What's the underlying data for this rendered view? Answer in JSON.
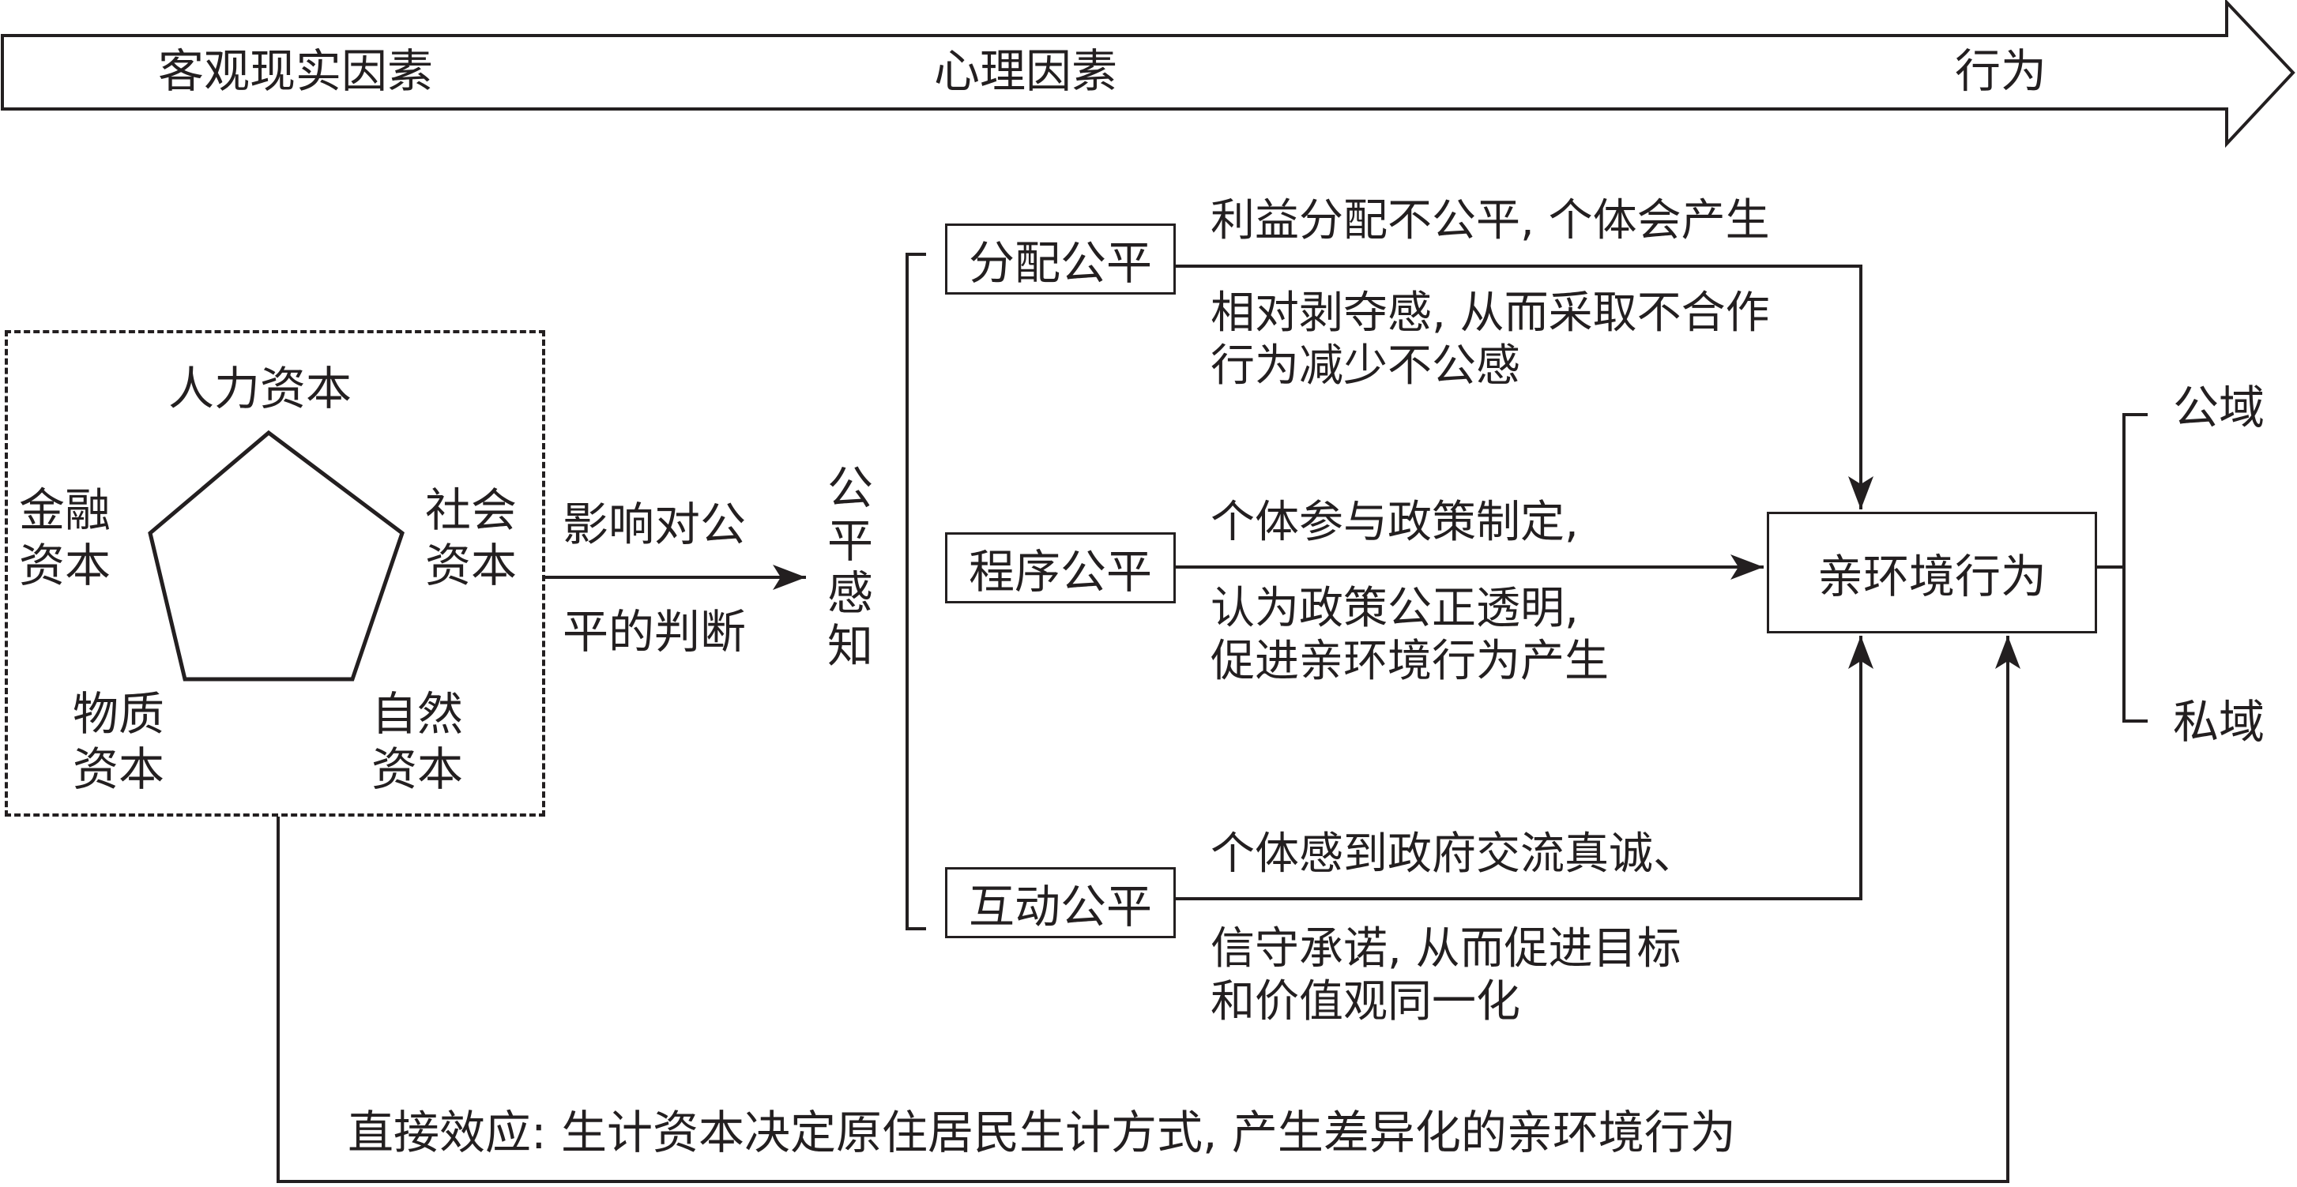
{
  "stages": {
    "objective": "客观现实因素",
    "psychological": "心理因素",
    "behavior": "行为"
  },
  "capitals": {
    "human": [
      "人力资本"
    ],
    "social": [
      "社会",
      "资本"
    ],
    "financial": [
      "金融",
      "资本"
    ],
    "physical": [
      "物质",
      "资本"
    ],
    "natural": [
      "自然",
      "资本"
    ]
  },
  "influence_label": [
    "影响对公",
    "平的判断"
  ],
  "perception_label": "公平感知",
  "fairness": {
    "distributive": {
      "label": "分配公平",
      "desc_top": "利益分配不公平, 个体会产生",
      "desc_bottom": [
        "相对剥夺感, 从而采取不合作",
        "行为减少不公感"
      ]
    },
    "procedural": {
      "label": "程序公平",
      "desc_top": "个体参与政策制定,",
      "desc_bottom": [
        "认为政策公正透明,",
        "促进亲环境行为产生"
      ]
    },
    "interactional": {
      "label": "互动公平",
      "desc_top": "个体感到政府交流真诚、",
      "desc_bottom": [
        "信守承诺, 从而促进目标",
        "和价值观同一化"
      ]
    }
  },
  "target": "亲环境行为",
  "domains": {
    "public": "公域",
    "private": "私域"
  },
  "direct_effect": "直接效应: 生计资本决定原住居民生计方式, 产生差异化的亲环境行为",
  "colors": {
    "ink": "#231f20",
    "background": "#ffffff"
  }
}
